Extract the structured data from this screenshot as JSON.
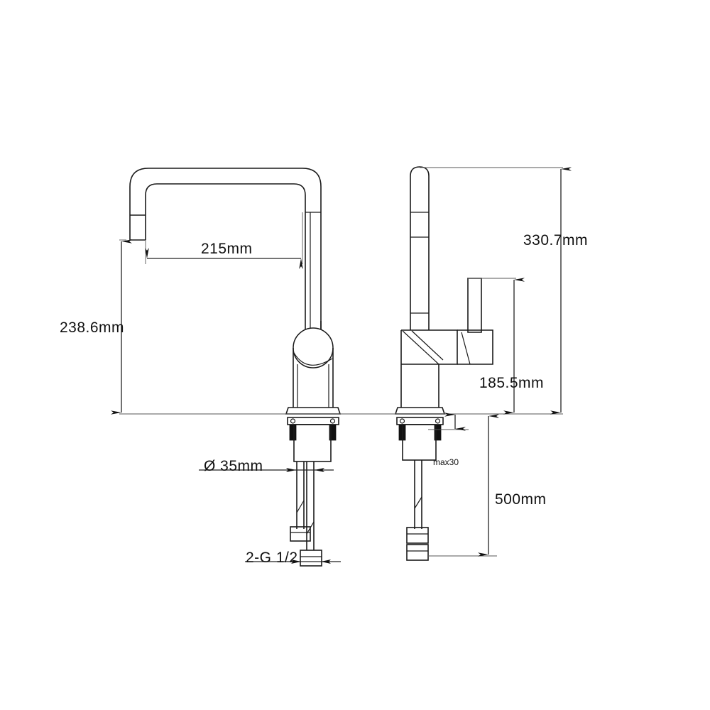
{
  "drawing": {
    "title": "Kitchen faucet dimensional drawing",
    "background_color": "#ffffff",
    "line_color": "#1a1a1a",
    "dimension_color": "#222222",
    "views": [
      {
        "name": "front-view",
        "label": ""
      },
      {
        "name": "side-view",
        "label": ""
      }
    ]
  },
  "dimensions": {
    "spout_reach": "215mm",
    "spout_height": "238.6mm",
    "overall_height": "330.7mm",
    "handle_height": "185.5mm",
    "hose_length": "500mm",
    "hole_diameter": "Ø 35mm",
    "max_thickness": "max30",
    "thread_size": "2-G 1/2"
  }
}
